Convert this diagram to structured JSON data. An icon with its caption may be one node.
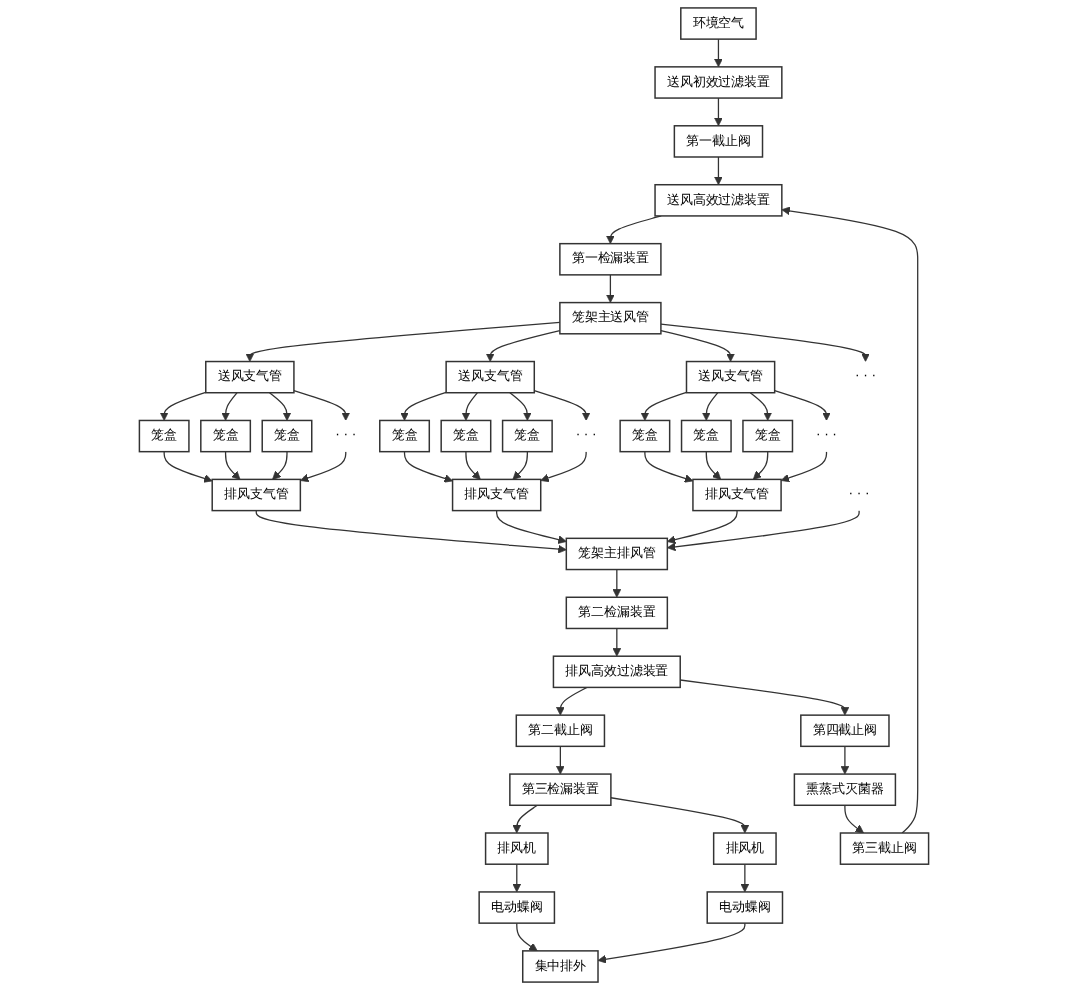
{
  "diagram": {
    "nodes": [
      {
        "text": [
          "环境空气"
        ]
      },
      {
        "text": [
          "送风初效过滤装置"
        ]
      },
      {
        "text": [
          "第一截止阀"
        ]
      },
      {
        "text": [
          "第三截止阀"
        ]
      },
      {
        "text": [
          "熏蒸式灭菌器"
        ]
      },
      {
        "text": [
          "送风高效过滤装置"
        ]
      },
      {
        "text": [
          "第一检漏装置"
        ]
      },
      {
        "text": [
          "笼架主送风管"
        ]
      },
      {
        "text": [
          "送风支气管"
        ]
      },
      {
        "text": [
          "送风支气管"
        ]
      },
      {
        "text": [
          "送风支气管"
        ]
      },
      {
        "text": [
          "· · ·"
        ]
      },
      {
        "text": [
          "笼盒"
        ]
      },
      {
        "text": [
          "笼盒"
        ]
      },
      {
        "text": [
          "笼盒"
        ]
      },
      {
        "text": [
          "· · ·"
        ]
      },
      {
        "text": [
          "笼盒"
        ]
      },
      {
        "text": [
          "笼盒"
        ]
      },
      {
        "text": [
          "笼盒"
        ]
      },
      {
        "text": [
          "· · ·"
        ]
      },
      {
        "text": [
          "笼盒"
        ]
      },
      {
        "text": [
          "笼盒"
        ]
      },
      {
        "text": [
          "笼盒"
        ]
      },
      {
        "text": [
          "· · ·"
        ]
      },
      {
        "text": [
          "排风支气管"
        ]
      },
      {
        "text": [
          "排风支气管"
        ]
      },
      {
        "text": [
          "排风支气管"
        ]
      },
      {
        "text": [
          "· · ·"
        ]
      },
      {
        "text": [
          "笼架主排风管"
        ]
      },
      {
        "text": [
          "第二检漏装置"
        ]
      },
      {
        "text": [
          "排风高效过滤装置"
        ]
      },
      {
        "text": [
          "第四截止阀"
        ]
      },
      {
        "text": [
          "第二截止阀"
        ]
      },
      {
        "text": [
          "电动蝶阀"
        ]
      },
      {
        "text": [
          "排风机"
        ]
      },
      {
        "text": [
          "集中排外"
        ]
      },
      {
        "text": [
          "电动蝶阀"
        ]
      },
      {
        "text": [
          "排风机"
        ]
      },
      {
        "text": [
          "第三检漏装置"
        ]
      }
    ],
    "edges": [
      {
        "from": 0,
        "to": 1,
        "arrow": "to"
      },
      {
        "from": 1,
        "to": 2,
        "arrow": "to"
      },
      {
        "from": 2,
        "to": 5,
        "arrow": "to"
      },
      {
        "from": 4,
        "to": 3,
        "arrow": "to"
      },
      {
        "from": 3,
        "to": 5,
        "arrow": "to"
      },
      {
        "from": 5,
        "to": 6,
        "arrow": "to"
      },
      {
        "from": 6,
        "to": 7,
        "arrow": "to"
      },
      {
        "from": 7,
        "to": 8,
        "arrow": "to"
      },
      {
        "from": 7,
        "to": 9,
        "arrow": "to"
      },
      {
        "from": 7,
        "to": 10,
        "arrow": "to"
      },
      {
        "from": 7,
        "to": 11,
        "arrow": "to"
      },
      {
        "from": 8,
        "to": 12,
        "arrow": "to"
      },
      {
        "from": 8,
        "to": 13,
        "arrow": "to"
      },
      {
        "from": 8,
        "to": 14,
        "arrow": "to"
      },
      {
        "from": 8,
        "to": 15,
        "arrow": "to"
      },
      {
        "from": 9,
        "to": 16,
        "arrow": "to"
      },
      {
        "from": 9,
        "to": 17,
        "arrow": "to"
      },
      {
        "from": 9,
        "to": 18,
        "arrow": "to"
      },
      {
        "from": 9,
        "to": 19,
        "arrow": "to"
      },
      {
        "from": 10,
        "to": 20,
        "arrow": "to"
      },
      {
        "from": 10,
        "to": 21,
        "arrow": "to"
      },
      {
        "from": 10,
        "to": 22,
        "arrow": "to"
      },
      {
        "from": 10,
        "to": 23,
        "arrow": "to"
      },
      {
        "from": 12,
        "to": 24,
        "arrow": "to"
      },
      {
        "from": 13,
        "to": 24,
        "arrow": "to"
      },
      {
        "from": 14,
        "to": 24,
        "arrow": "to"
      },
      {
        "from": 15,
        "to": 24,
        "arrow": "to"
      },
      {
        "from": 16,
        "to": 25,
        "arrow": "to"
      },
      {
        "from": 17,
        "to": 25,
        "arrow": "to"
      },
      {
        "from": 18,
        "to": 25,
        "arrow": "to"
      },
      {
        "from": 19,
        "to": 25,
        "arrow": "to"
      },
      {
        "from": 20,
        "to": 26,
        "arrow": "to"
      },
      {
        "from": 21,
        "to": 26,
        "arrow": "to"
      },
      {
        "from": 22,
        "to": 26,
        "arrow": "to"
      },
      {
        "from": 23,
        "to": 26,
        "arrow": "to"
      },
      {
        "from": 24,
        "to": 28,
        "arrow": "to"
      },
      {
        "from": 25,
        "to": 28,
        "arrow": "to"
      },
      {
        "from": 26,
        "to": 28,
        "arrow": "to"
      },
      {
        "from": 27,
        "to": 28,
        "arrow": "to"
      },
      {
        "from": 28,
        "to": 29,
        "arrow": "to"
      },
      {
        "from": 29,
        "to": 30,
        "arrow": "to"
      },
      {
        "from": 30,
        "to": 32,
        "arrow": "to"
      },
      {
        "from": 30,
        "to": 31,
        "arrow": "to"
      },
      {
        "from": 31,
        "to": 4,
        "arrow": "to"
      },
      {
        "from": 32,
        "to": 38,
        "arrow": "to"
      },
      {
        "from": 38,
        "to": 34,
        "arrow": "to"
      },
      {
        "from": 38,
        "to": 37,
        "arrow": "to"
      },
      {
        "from": 34,
        "to": 33,
        "arrow": "to"
      },
      {
        "from": 37,
        "to": 36,
        "arrow": "to"
      },
      {
        "from": 33,
        "to": 35,
        "arrow": "to"
      },
      {
        "from": 36,
        "to": 35,
        "arrow": "to"
      }
    ]
  }
}
